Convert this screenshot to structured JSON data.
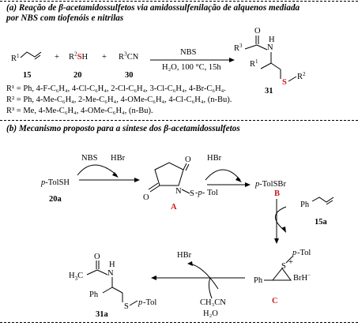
{
  "section_a": {
    "title_line1": "(a) Reação de β-acetamidossulfetos via amidossulfenilação de alquenos mediada",
    "title_line2": "por NBS com tiofenóis e nitrilas",
    "reactant1_label": "15",
    "reactant2_label": "20",
    "reactant3_label": "30",
    "plus": "+",
    "reagent_top": "NBS",
    "conditions": "H₂O, 100 °C, 15h",
    "product_label": "31",
    "r1_list": "R¹ = Ph, 4-F-C₆H₄, 4-Cl-C₆H₄, 2-Cl-C₆H₄, 3-Cl-C₆H₄, 4-Br-C₆H₄.",
    "r2_list": "R² = Ph, 4-Me-C₆H₄, 2-Me-C₆H₄, 4-OMe-C₆H₄, 4-Cl-C₆H₄, (n-Bu).",
    "r3_list": "R³ = Me, 4-Me-C₆H₄, 4-OMe-C₆H₄, (n-Bu)."
  },
  "section_b": {
    "title": "(b) Mecanismo proposto para a síntese dos β-acetamidossulfetos",
    "start_label": "20a",
    "nbs": "NBS",
    "hbr_1": "HBr",
    "hbr_2": "HBr",
    "hbr_3": "HBr",
    "intermediate_a": "A",
    "intermediate_b": "B",
    "intermediate_c": "C",
    "styrene_label": "15a",
    "product_label": "31a",
    "acetonitrile": "CH₃CN",
    "water": "H₂O",
    "ptolsh": "p-TolSH",
    "ptolsbr": "p-TolSBr"
  },
  "colors": {
    "accent": "#d01818",
    "line": "#000000"
  }
}
